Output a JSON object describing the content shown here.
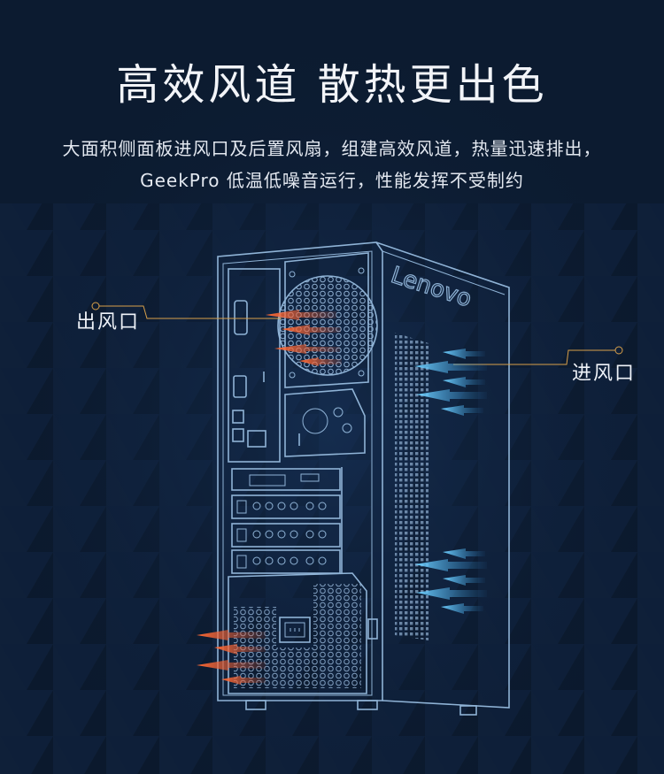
{
  "headline": "高效风道 散热更出色",
  "description": {
    "line1": "大面积侧面板进风口及后置风扇，组建高效风道，热量迅速排出，",
    "line2": "GeekPro 低温低噪音运行，性能发挥不受制约"
  },
  "callouts": {
    "outlet": "出风口",
    "inlet": "进风口"
  },
  "case_brand": "Lenovo",
  "colors": {
    "background": "#0c1b30",
    "line_art": "#8fb3d6",
    "exhaust_arrow": "#e8582e",
    "intake_arrow": "#4fb6e8",
    "leader_line": "#d9a04a"
  },
  "icons": [
    "exhaust-arrow-icon",
    "intake-arrow-icon",
    "fan-grille-icon",
    "power-socket-icon"
  ]
}
